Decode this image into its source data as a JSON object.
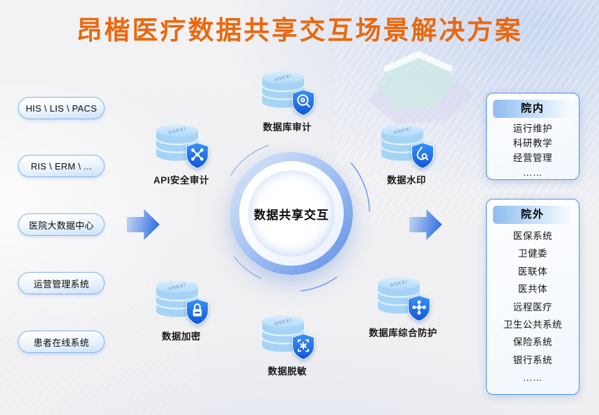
{
  "title": "昂楷医疗数据共享交互场景解决方案",
  "brand": "ANKKI",
  "sources": [
    {
      "label": "HIS \\ LIS \\ PACS"
    },
    {
      "label": "RIS \\ ERM \\ ..."
    },
    {
      "label": "医院大数据中心"
    },
    {
      "label": "运营管理系统"
    },
    {
      "label": "患者在线系统"
    }
  ],
  "modules": [
    {
      "label": "数据库审计"
    },
    {
      "label": "API安全审计"
    },
    {
      "label": "数据水印"
    },
    {
      "label": "数据加密"
    },
    {
      "label": "数据脱敏"
    },
    {
      "label": "数据库综合防护"
    }
  ],
  "center": {
    "label": "数据共享交互"
  },
  "panels": [
    {
      "title": "院内",
      "items": [
        "运行维护",
        "科研教学",
        "经营管理",
        "……"
      ]
    },
    {
      "title": "院外",
      "items": [
        "医保系统",
        "卫健委",
        "医联体",
        "医共体",
        "远程医疗",
        "卫生公共系统",
        "保险系统",
        "银行系统",
        "……"
      ]
    }
  ],
  "colors": {
    "title_orange": "#E9690F",
    "shield_blue": "#1560DE",
    "db_blue": "#A6D4F7",
    "arrow_blue": "#2463E0",
    "panel_border": "#4D90E8"
  }
}
